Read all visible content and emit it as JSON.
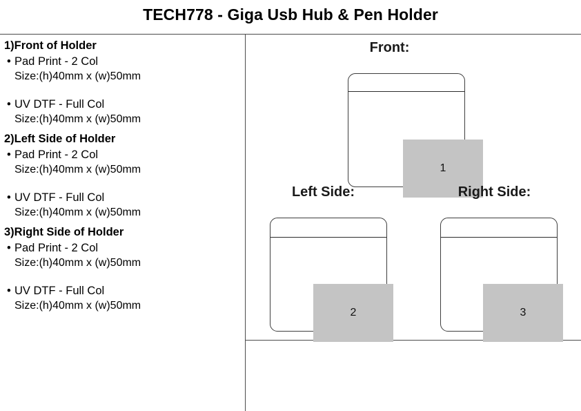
{
  "document": {
    "title": "TECH778 - Giga Usb Hub & Pen Holder"
  },
  "colors": {
    "print_area_fill": "#c4c4c4",
    "outline": "#3d3d3d",
    "rule": "#4a4a4a",
    "text": "#000000"
  },
  "spec_column": {
    "sections": [
      {
        "heading": "1)Front of Holder",
        "entries": [
          {
            "bullet": "•",
            "method": "Pad Print - 2 Col",
            "size": "Size:(h)40mm x (w)50mm"
          },
          {
            "bullet": "•",
            "method": "UV DTF - Full Col",
            "size": "Size:(h)40mm x (w)50mm"
          }
        ]
      },
      {
        "heading": "2)Left Side of Holder",
        "entries": [
          {
            "bullet": "•",
            "method": "Pad Print - 2 Col",
            "size": "Size:(h)40mm x (w)50mm"
          },
          {
            "bullet": "•",
            "method": "UV DTF - Full Col",
            "size": "Size:(h)40mm x (w)50mm"
          }
        ]
      },
      {
        "heading": "3)Right Side of Holder",
        "entries": [
          {
            "bullet": "•",
            "method": "Pad Print - 2 Col",
            "size": "Size:(h)40mm x (w)50mm"
          },
          {
            "bullet": "•",
            "method": "UV DTF - Full Col",
            "size": "Size:(h)40mm x (w)50mm"
          }
        ]
      }
    ]
  },
  "diagram": {
    "views": [
      {
        "label": "Front:",
        "print_area_number": "1"
      },
      {
        "label": "Left Side:",
        "print_area_number": "2"
      },
      {
        "label": "Right Side:",
        "print_area_number": "3"
      }
    ]
  }
}
